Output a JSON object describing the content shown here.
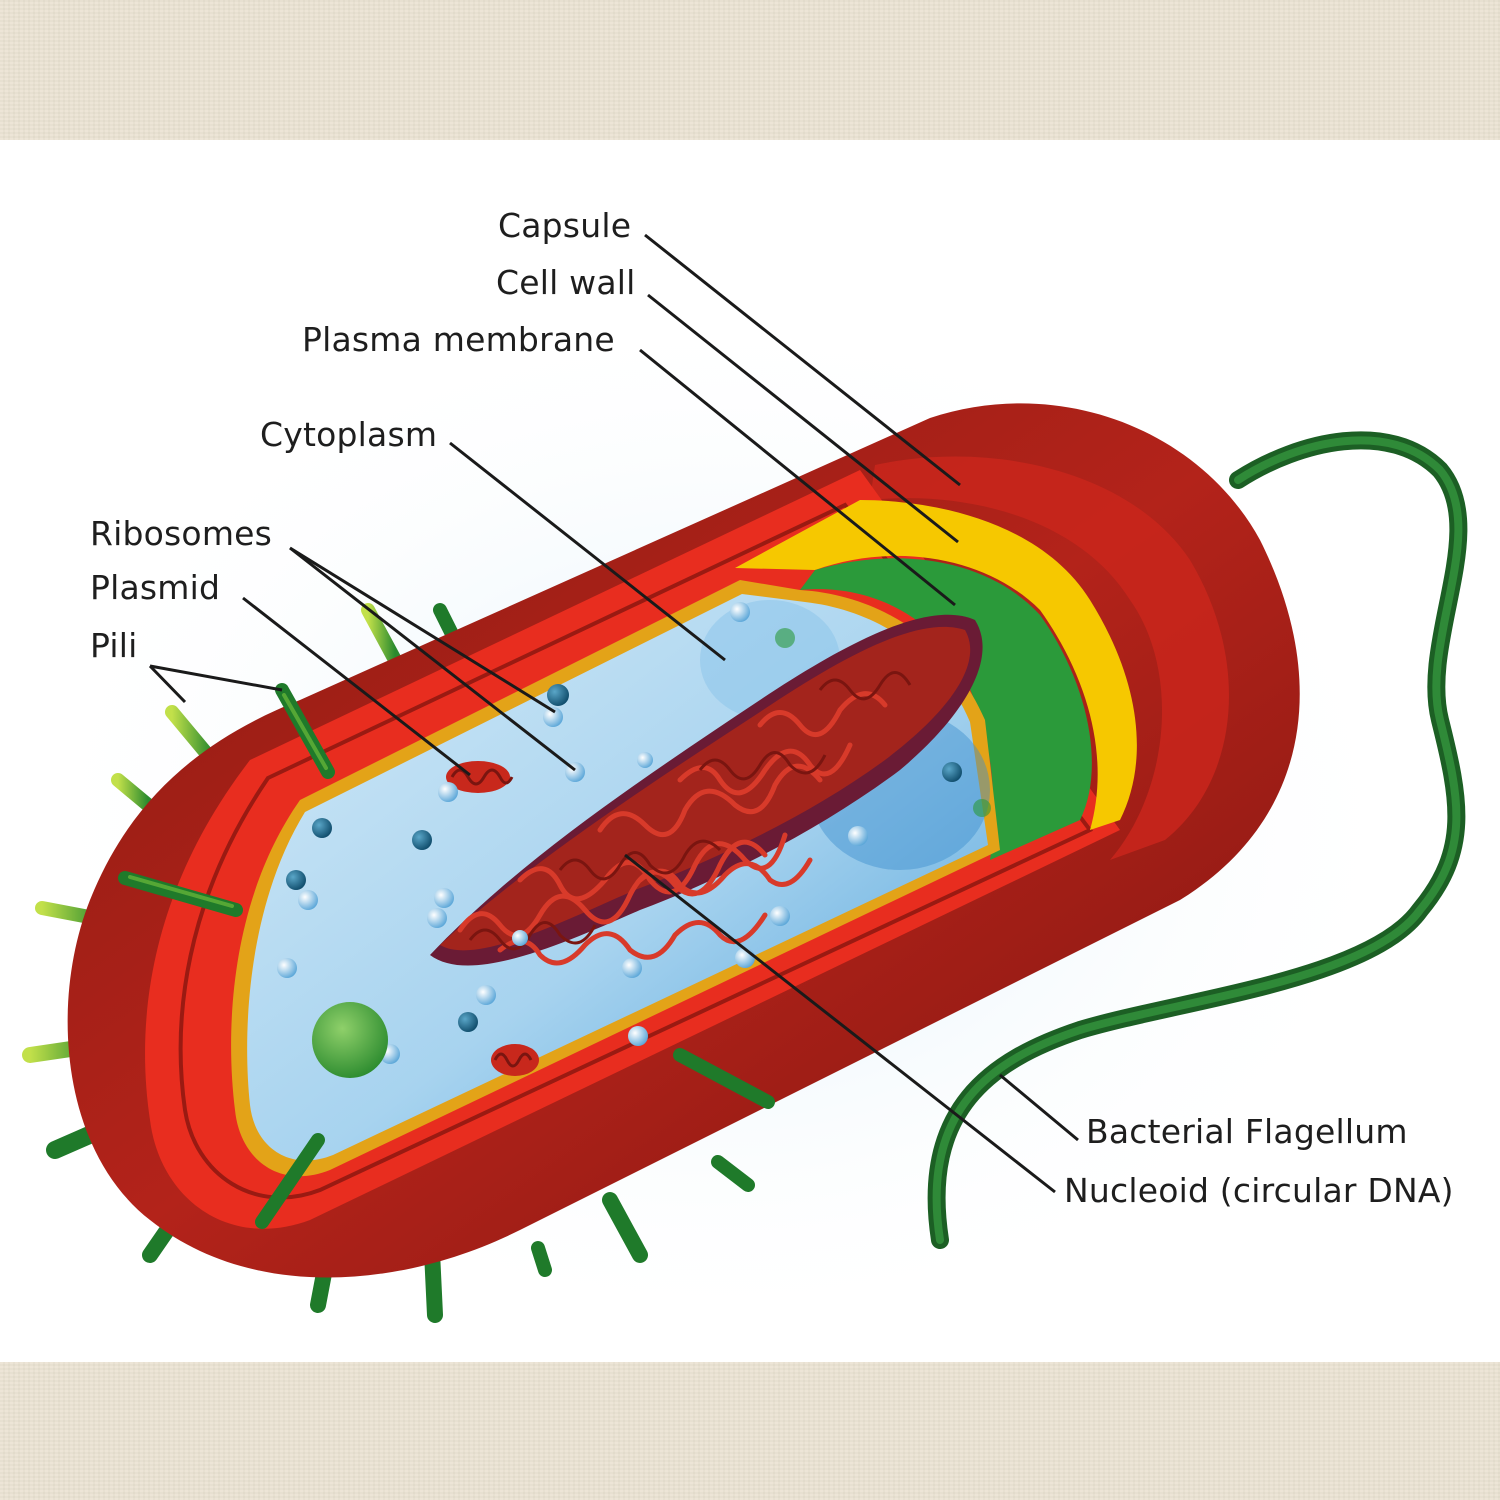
{
  "labels": {
    "capsule": "Capsule",
    "cell_wall": "Cell wall",
    "plasma_membrane": "Plasma membrane",
    "cytoplasm": "Cytoplasm",
    "ribosomes": "Ribosomes",
    "plasmid": "Plasmid",
    "pili": "Pili",
    "flagellum": "Bacterial Flagellum",
    "nucleoid": "Nucleoid (circular DNA)"
  },
  "colors": {
    "capsule": "#b51f14",
    "cell_wall": "#f5c400",
    "plasma_membrane": "#2b9a3a",
    "cytoplasm": "#a9d4ee",
    "ribosome": "#1f6f8b",
    "nucleoid": "#8e1a12",
    "pili": "#1f7a2a",
    "flagellum": "#1d6b27",
    "frame": "#ebe3d3"
  }
}
